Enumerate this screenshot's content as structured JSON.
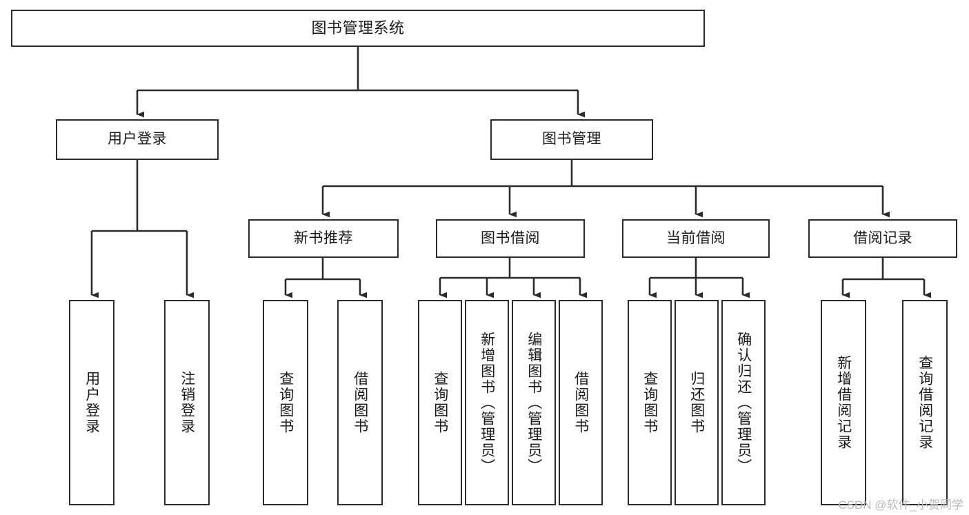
{
  "diagram": {
    "title": "图书管理系统",
    "type": "tree",
    "watermark": "CSDN @软件_小贺同学",
    "colors": {
      "box_border": "#2b2b2b",
      "box_fill": "#ffffff",
      "connector": "#2b2b2b",
      "text": "#1a1a1a",
      "watermark": "#b9b9b9",
      "background": "#ffffff"
    },
    "nodes": {
      "root": {
        "label": "图书管理系统"
      },
      "level2": [
        {
          "id": "user-login",
          "label": "用户登录"
        },
        {
          "id": "book-management",
          "label": "图书管理"
        }
      ],
      "level3": [
        {
          "id": "new-book-recommend",
          "label": "新书推荐"
        },
        {
          "id": "book-borrow",
          "label": "图书借阅"
        },
        {
          "id": "current-borrow",
          "label": "当前借阅"
        },
        {
          "id": "borrow-record",
          "label": "借阅记录"
        }
      ],
      "leaves": {
        "user_login": [
          {
            "id": "leaf-user-login",
            "label": "用户登录"
          },
          {
            "id": "leaf-logout-login",
            "label": "注销登录"
          }
        ],
        "new_book_recommend": [
          {
            "id": "leaf-query-book-1",
            "label": "查询图书"
          },
          {
            "id": "leaf-borrow-book-1",
            "label": "借阅图书"
          }
        ],
        "book_borrow": [
          {
            "id": "leaf-query-book-2",
            "label": "查询图书"
          },
          {
            "id": "leaf-add-book",
            "label": "新增图书（管理员）"
          },
          {
            "id": "leaf-edit-book",
            "label": "编辑图书（管理员）"
          },
          {
            "id": "leaf-borrow-book-2",
            "label": "借阅图书"
          }
        ],
        "current_borrow": [
          {
            "id": "leaf-query-book-3",
            "label": "查询图书"
          },
          {
            "id": "leaf-return-book",
            "label": "归还图书"
          },
          {
            "id": "leaf-confirm-return",
            "label": "确认归还（管理员）"
          }
        ],
        "borrow_record": [
          {
            "id": "leaf-add-record",
            "label": "新增借阅记录"
          },
          {
            "id": "leaf-query-record",
            "label": "查询借阅记录"
          }
        ]
      }
    }
  }
}
